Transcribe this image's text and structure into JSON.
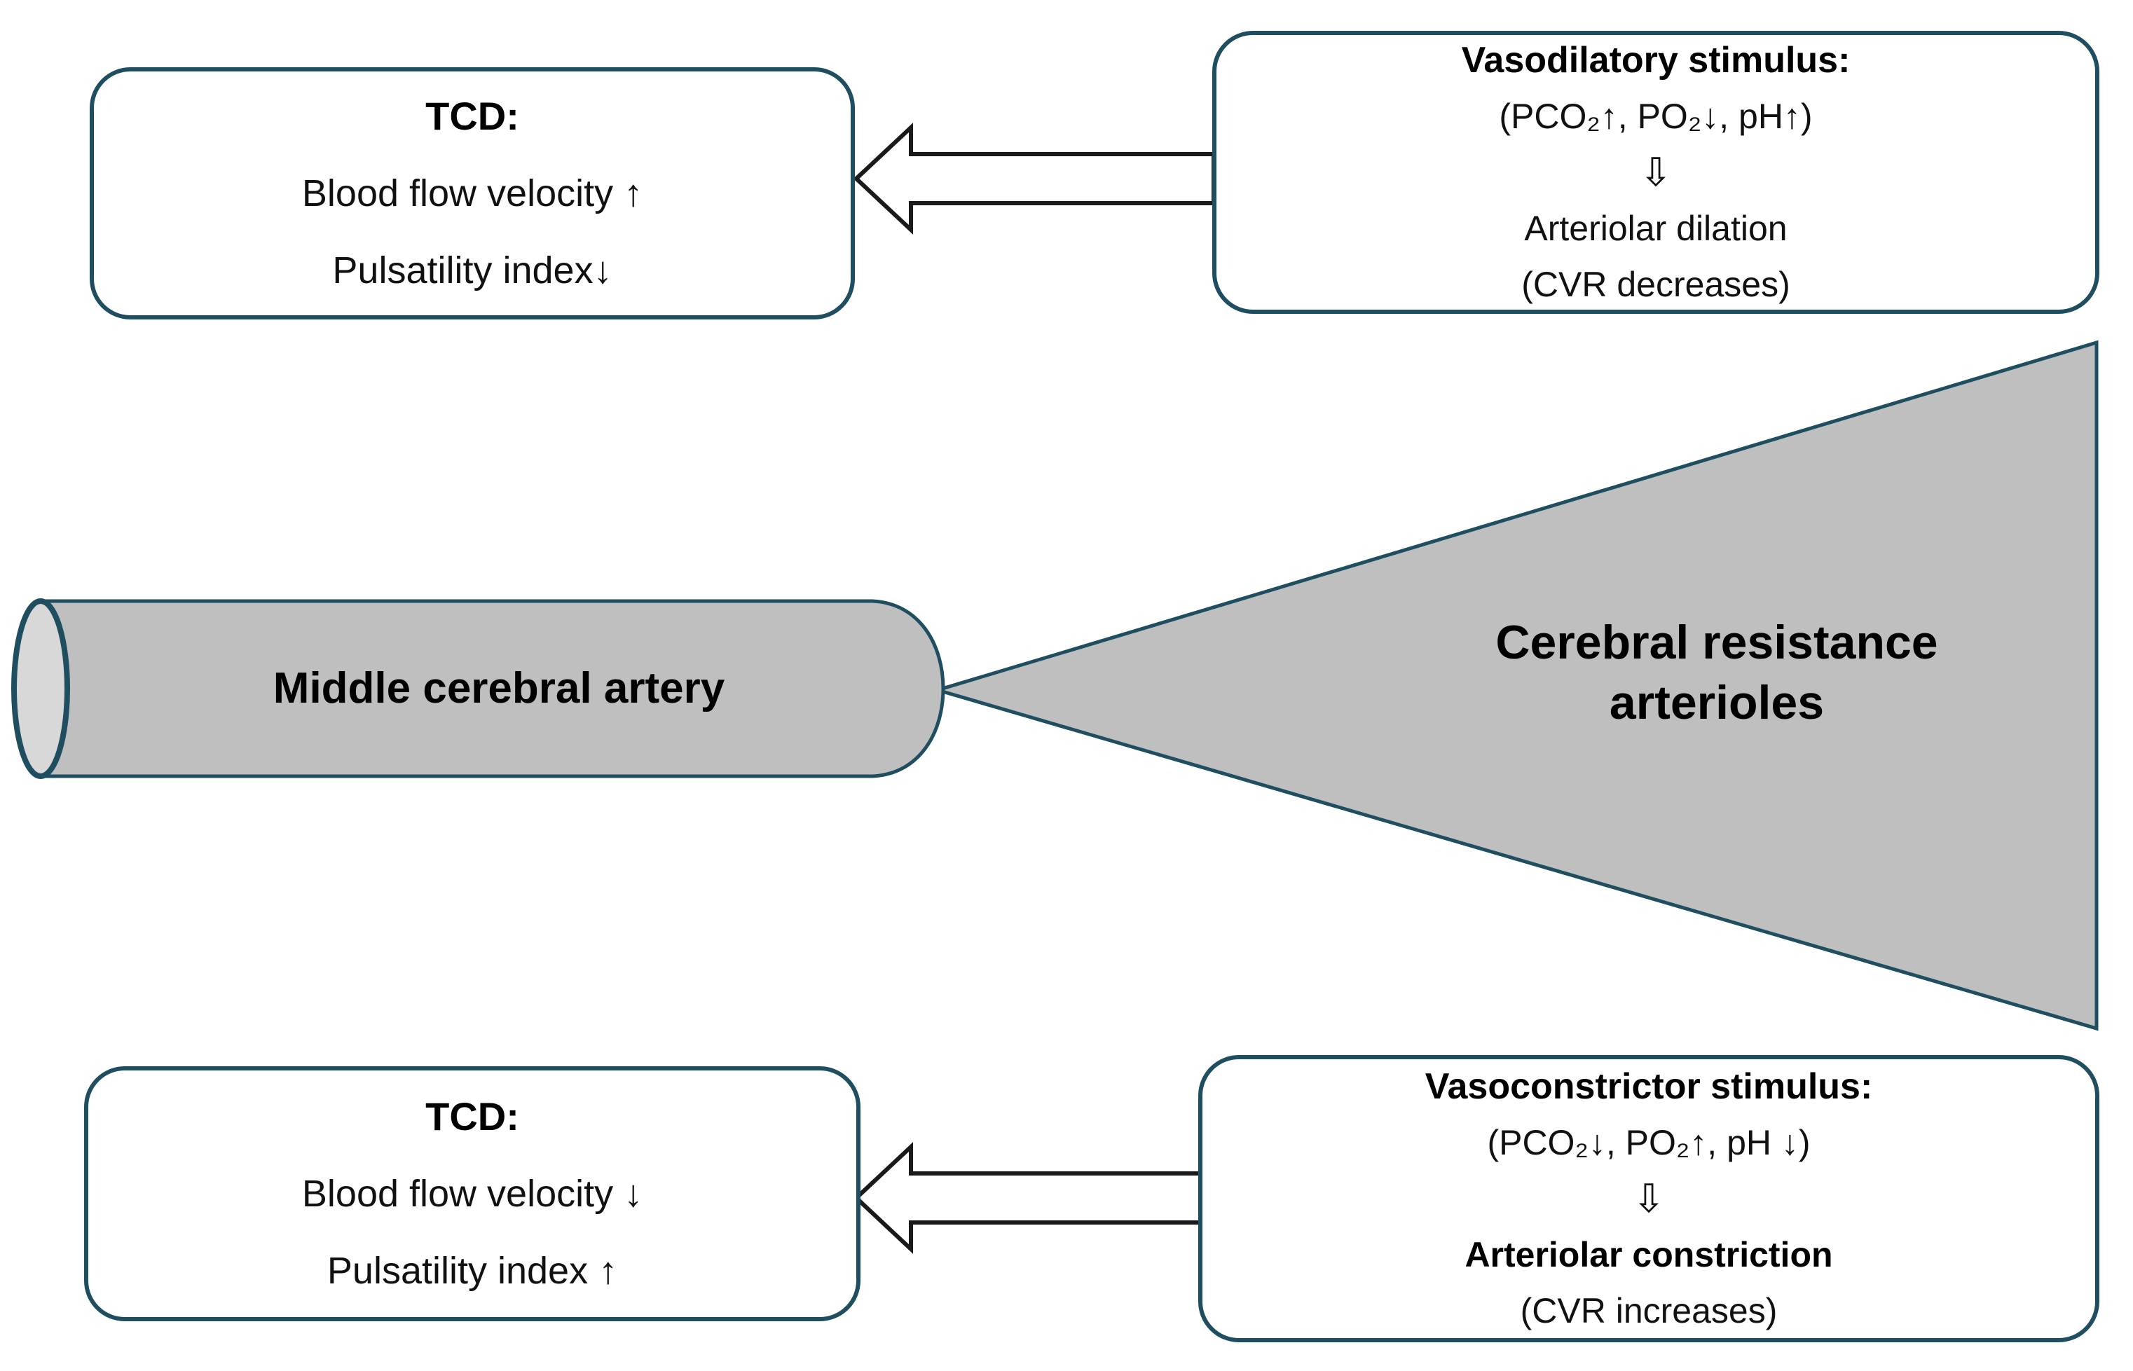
{
  "boxes": {
    "top_left": {
      "title": "TCD:",
      "line1": "Blood flow velocity ↑",
      "line2": "Pulsatility index↓"
    },
    "top_right": {
      "title": "Vasodilatory stimulus:",
      "stimulus": "(PCO₂↑, PO₂↓, pH↑)",
      "down_arrow": "⇩",
      "result": "Arteriolar dilation",
      "note": "(CVR decreases)"
    },
    "bottom_left": {
      "title": "TCD:",
      "line1": "Blood flow velocity ↓",
      "line2": "Pulsatility index ↑"
    },
    "bottom_right": {
      "title": "Vasoconstrictor stimulus:",
      "stimulus": "(PCO₂↓, PO₂↑, pH ↓)",
      "down_arrow": "⇩",
      "result": "Arteriolar constriction",
      "note": "(CVR increases)"
    }
  },
  "shapes": {
    "artery_label": "Middle cerebral artery",
    "arterioles_label": "Cerebral resistance arterioles"
  },
  "colors": {
    "outline": "#1E4E5F",
    "shape_fill": "#BFBFBF",
    "cap_fill": "#D8D8D8",
    "arrow_outline": "#1A1A1A",
    "text": "#111111"
  }
}
